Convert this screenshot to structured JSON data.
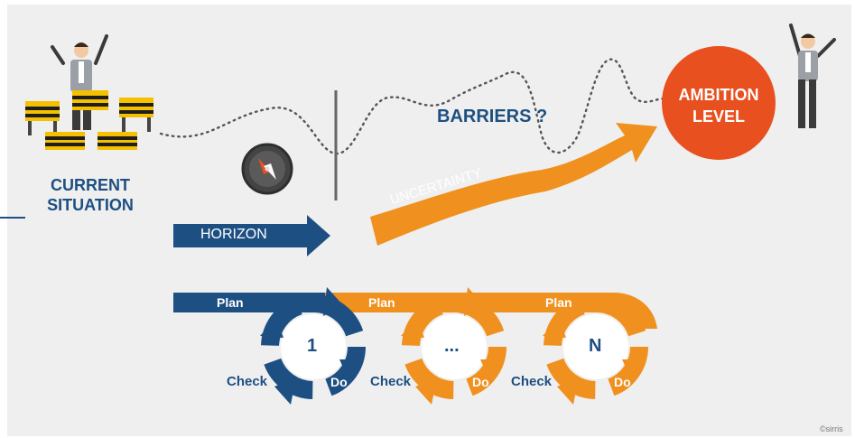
{
  "current_situation": [
    "CURRENT",
    "SITUATION"
  ],
  "ambition": [
    "AMBITION",
    "LEVEL"
  ],
  "barriers": "BARRIERS ?",
  "uncertainty": "UNCERTAINTY",
  "horizon": "HORIZON",
  "cycles": [
    {
      "plan": "Plan",
      "number": "1",
      "check": "Check",
      "do": "Do"
    },
    {
      "plan": "Plan",
      "number": "...",
      "check": "Check",
      "do": "Do"
    },
    {
      "plan": "Plan",
      "number": "N",
      "check": "Check",
      "do": "Do"
    }
  ],
  "credit": "©sirris",
  "colors": {
    "navy": "#1d4f82",
    "orange": "#f0901e",
    "red_orange": "#e8501f",
    "background": "#efefef"
  },
  "icons": [
    "businessman-icon",
    "barricade-icon",
    "compass-icon"
  ]
}
